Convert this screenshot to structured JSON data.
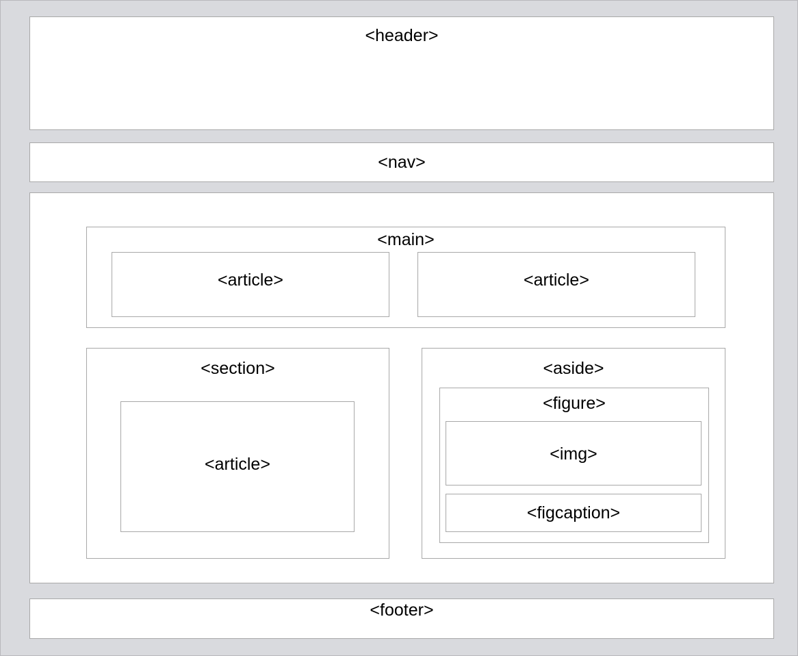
{
  "diagram": {
    "header": "<header>",
    "nav": "<nav>",
    "main": "<main>",
    "main_article_1": "<article>",
    "main_article_2": "<article>",
    "section": "<section>",
    "section_article": "<article>",
    "aside": "<aside>",
    "figure": "<figure>",
    "img": "<img>",
    "figcaption": "<figcaption>",
    "footer": "<footer>"
  },
  "colors": {
    "background": "#d9dade",
    "box_fill": "#ffffff",
    "box_border": "#a8a8a8"
  }
}
